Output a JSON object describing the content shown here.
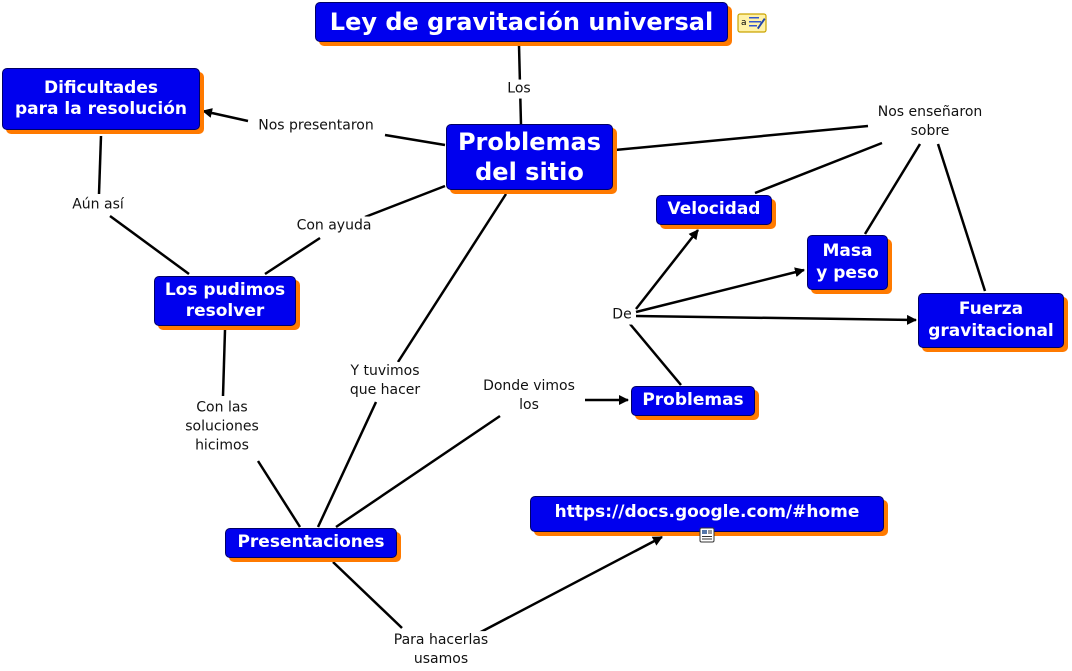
{
  "nodes": {
    "title": "Ley de gravitación universal",
    "problemas_sitio": "Problemas\ndel sitio",
    "dificultades": "Dificultades\npara la resolución",
    "los_pudimos": "Los pudimos\nresolver",
    "presentaciones": "Presentaciones",
    "velocidad": "Velocidad",
    "masa": "Masa\ny peso",
    "fuerza": "Fuerza\ngravitacional",
    "problemas": "Problemas",
    "url": "https://docs.google.com/#home"
  },
  "labels": {
    "los": "Los",
    "nos_presentaron": "Nos presentaron",
    "nos_ensenaron": "Nos enseñaron\nsobre",
    "aun_asi": "Aún así",
    "con_ayuda": "Con ayuda",
    "de": "De",
    "y_tuvimos": "Y tuvimos\nque hacer",
    "donde_vimos": "Donde vimos\nlos",
    "con_las_soluciones": "Con las\nsoluciones\nhicimos",
    "para_hacerlas": "Para hacerlas\nusamos"
  },
  "icons": {
    "title_attachment": "note-edit-icon",
    "url_attachment": "document-icon"
  },
  "colors": {
    "node_fill": "#0000ee",
    "node_shadow": "#ff7a00",
    "node_text": "#ffffff",
    "link": "#000000"
  }
}
